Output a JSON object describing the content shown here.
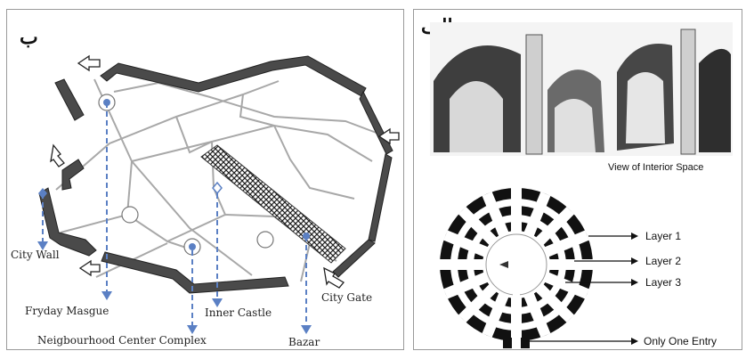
{
  "left_panel": {
    "letter": "ب",
    "labels": {
      "city_wall": "City Wall",
      "fryday_mosque": "Fryday Masgue",
      "inner_castle": "Inner Castle",
      "city_gate": "City Gate",
      "neighbourhood": "Neigbourhood Center Complex",
      "bazar": "Bazar"
    }
  },
  "right_panel": {
    "letter": "الف",
    "caption": "View of Interior Space",
    "layers": [
      "Layer 1",
      "Layer 2",
      "Layer 3"
    ],
    "entry": "Only One Entry"
  },
  "colors": {
    "arrow_blue": "#5b80c4",
    "wall": "#3c3c3c",
    "road": "#9a9a9a"
  }
}
